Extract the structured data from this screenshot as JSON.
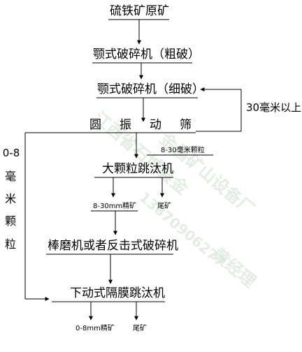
{
  "flow": {
    "raw_ore": "硫铁矿原矿",
    "jaw_coarse": "颚式破碎机（粗破）",
    "jaw_fine": "颚式破碎机（细破）",
    "screen_chars": [
      "圆",
      "振",
      "动",
      "筛"
    ],
    "oversize": "30毫米以上",
    "size_8_30": "8-30毫米颗粒",
    "size_0_8_chars": [
      "0-8",
      "毫",
      "米",
      "颗",
      "粒"
    ],
    "jig_large": "大颗粒跳汰机",
    "conc_8_30": "8-30mm精矿",
    "tail_1": "尾矿",
    "crusher2": "棒磨机或者反击式破碎机",
    "jig_diaphragm": "下动式隔膜跳汰机",
    "conc_0_8": "0-8mm精矿",
    "tail_2": "尾矿"
  },
  "watermark": {
    "line1": "江西省石城县金",
    "line2": "金昌矿山设备厂",
    "phone": "13870906277",
    "contact": "黄经理"
  }
}
